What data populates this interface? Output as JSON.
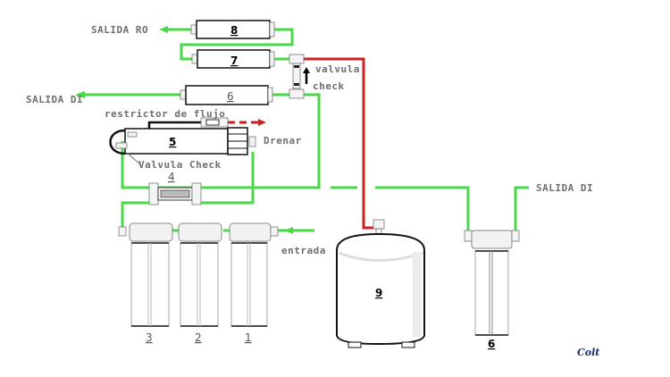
{
  "diagram": {
    "title": "Reverse osmosis / deionization water filter system",
    "labels": {
      "salida_ro": "SALIDA RO",
      "salida_di_left": "SALIDA DI",
      "salida_di_right": "SALIDA DI",
      "valvula_check_top_1": "valvula",
      "valvula_check_top_2": "check",
      "restrictor": "restrictor de flujo",
      "drenar": "Drenar",
      "valvula_check": "Valvula Check",
      "entrada": "entrada",
      "signature": "Colt"
    },
    "components": [
      {
        "id": "1",
        "name": "prefilter-1"
      },
      {
        "id": "2",
        "name": "prefilter-2"
      },
      {
        "id": "3",
        "name": "prefilter-3"
      },
      {
        "id": "4",
        "name": "flow-fitting-4"
      },
      {
        "id": "5",
        "name": "ro-membrane-5"
      },
      {
        "id": "6",
        "name": "di-cartridge-6"
      },
      {
        "id": "7",
        "name": "inline-filter-7"
      },
      {
        "id": "8",
        "name": "inline-filter-8"
      },
      {
        "id": "9",
        "name": "storage-tank-9"
      },
      {
        "id": "6",
        "name": "di-housing-6"
      }
    ],
    "colors": {
      "clean_line": "#48d848",
      "pressure_line": "#cc2020",
      "outline": "#111111",
      "label_text": "#6e6e6e",
      "signature": "#1c2a6e"
    }
  }
}
